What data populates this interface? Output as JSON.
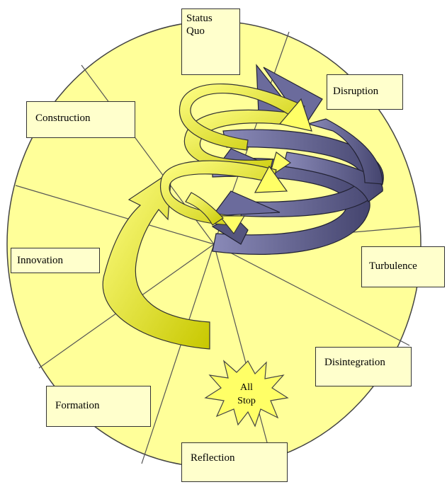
{
  "stages": {
    "status_quo": "Status\nQuo",
    "disruption": "Disruption",
    "construction": "Construction",
    "innovation": "Innovation",
    "turbulence": "Turbulence",
    "disintegration": "Disintegration",
    "formation": "Formation",
    "reflection": "Reflection"
  },
  "center_burst": "All\nStop",
  "colors": {
    "circle_fill": "#ffff99",
    "label_fill": "#ffffcc",
    "yellow_arrow": "#ffff66",
    "purple_arrow": "#6b6b9c",
    "outline": "#333333"
  }
}
